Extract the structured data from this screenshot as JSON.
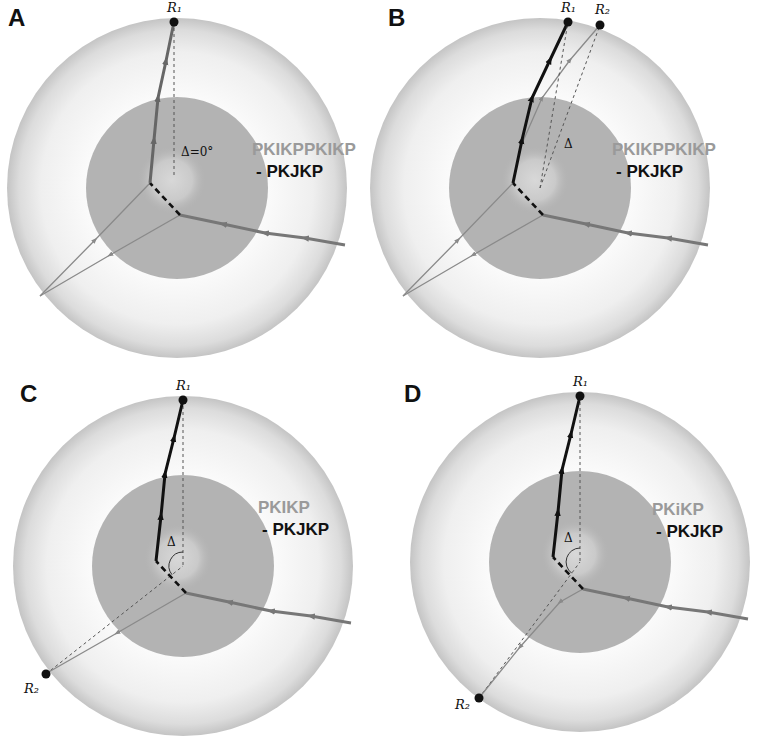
{
  "diagram": {
    "labels": [
      "A",
      "R₁",
      "PKIKPPKIKP",
      "- PKJKP",
      "Δ=0°",
      "B",
      "R₁",
      "R₂",
      "PKIKPPKIKP",
      "- PKJKP",
      "Δ",
      "C",
      "R₁",
      "PKIKP",
      "- PKJKP",
      "Δ",
      "R₂",
      "D",
      "R₁",
      "PKiKP",
      "- PKJKP",
      "Δ",
      "R₂"
    ]
  }
}
